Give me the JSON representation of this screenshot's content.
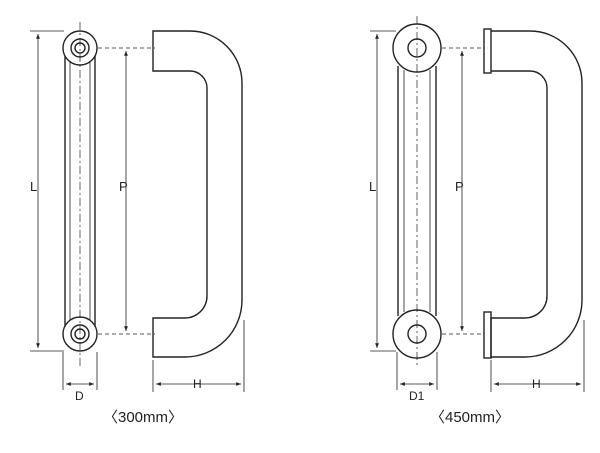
{
  "diagrams": [
    {
      "caption": "〈300mm〉",
      "labels": {
        "length": "L",
        "pitch": "P",
        "diameter": "D",
        "height": "H"
      }
    },
    {
      "caption": "〈450mm〉",
      "labels": {
        "length": "L",
        "pitch": "P",
        "diameter": "D1",
        "height": "H"
      }
    }
  ]
}
